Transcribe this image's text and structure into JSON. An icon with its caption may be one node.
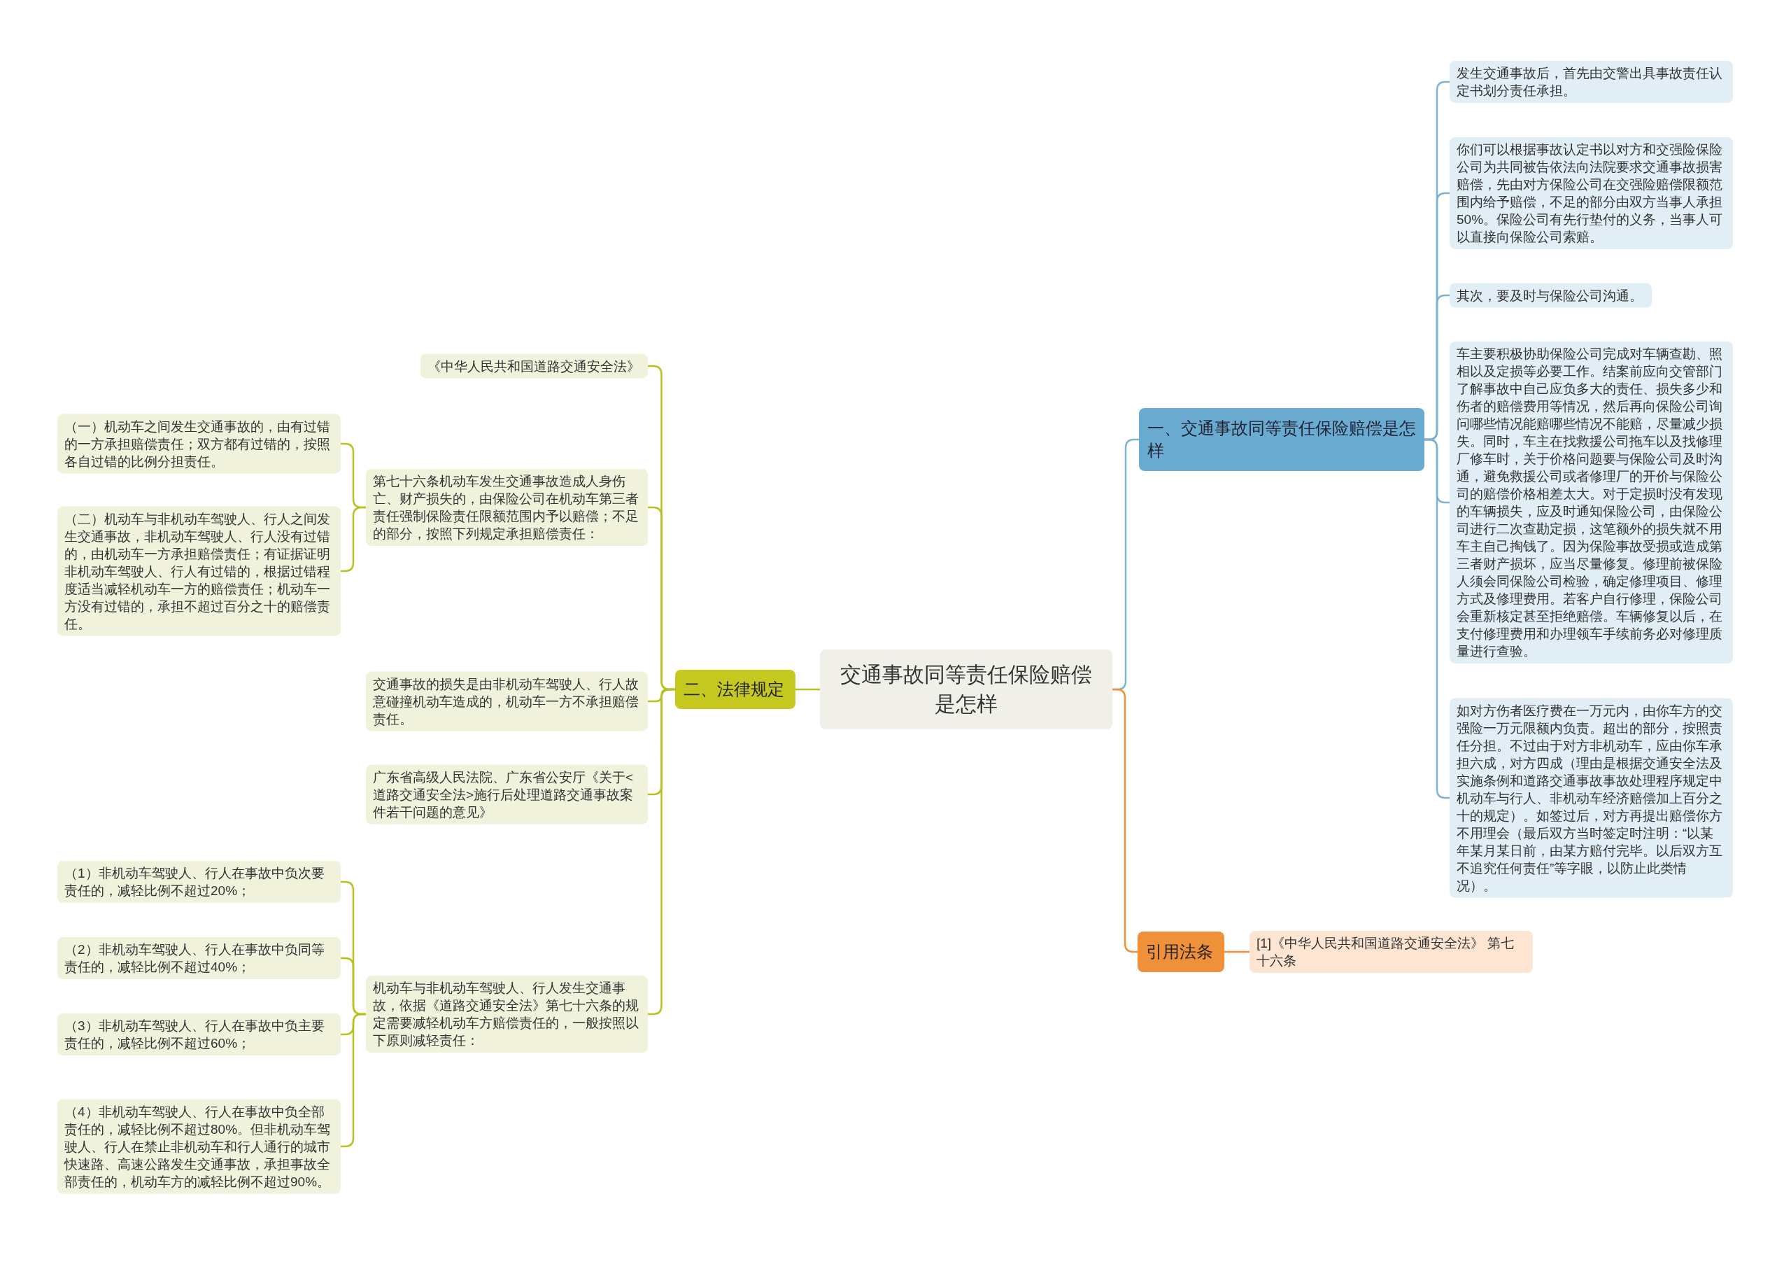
{
  "diagram": {
    "nodes": [
      {
        "text": [
          "交通事故同等责任保险赔偿是怎样"
        ]
      },
      {
        "text": [
          "一、交通事故同等责任保险赔偿是怎样"
        ]
      },
      {
        "text": [
          "发生交通事故后，首先由交警出具事故责任认定书划分责任承担。"
        ]
      },
      {
        "text": [
          "你们可以根据事故认定书以对方和交强险保险公司为共同被告依法向法院要求交通事故损害赔偿，先由对方保险公司在交强险赔偿限额范围内给予赔偿，不足的部分由双方当事人承担50%。保险公司有先行垫付的义务，当事人可以直接向保险公司索赔。"
        ]
      },
      {
        "text": [
          "其次，要及时与保险公司沟通。"
        ]
      },
      {
        "text": [
          "车主要积极协助保险公司完成对车辆查勘、照相以及定损等必要工作。结案前应向交管部门了解事故中自己应负多大的责任、损失多少和伤者的赔偿费用等情况，然后再向保险公司询问哪些情况能赔哪些情况不能赔，尽量减少损失。同时，车主在找救援公司拖车以及找修理厂修车时，关于价格问题要与保险公司及时沟通，避免救援公司或者修理厂的开价与保险公司的赔偿价格相差太大。对于定损时没有发现的车辆损失，应及时通知保险公司，由保险公司进行二次查勘定损，这笔额外的损失就不用车主自己掏钱了。因为保险事故受损或造成第三者财产损坏，应当尽量修复。修理前被保险人须会同保险公司检验，确定修理项目、修理方式及修理费用。若客户自行修理，保险公司会重新核定甚至拒绝赔偿。车辆修复以后，在支付修理费用和办理领车手续前务必对修理质量进行查验。"
        ]
      },
      {
        "text": [
          "如对方伤者医疗费在一万元内，由你车方的交强险一万元限额内负责。超出的部分，按照责任分担。不过由于对方非机动车，应由你车承担六成，对方四成（理由是根据交通安全法及实施条例和道路交通事故事故处理程序规定中机动车与行人、非机动车经济赔偿加上百分之十的规定）。如签过后，对方再提出赔偿你方不用理会（最后双方当时签定时注明：“以某年某月某日前，由某方赔付完毕。以后双方互不追究任何责任”等字眼，以防止此类情况）。"
        ]
      },
      {
        "text": [
          "引用法条"
        ]
      },
      {
        "text": [
          "[1]《中华人民共和国道路交通安全法》 第七十六条"
        ]
      },
      {
        "text": [
          "二、法律规定"
        ]
      },
      {
        "text": [
          "《中华人民共和国道路交通安全法》"
        ]
      },
      {
        "text": [
          "第七十六条机动车发生交通事故造成人身伤亡、财产损失的，由保险公司在机动车第三者责任强制保险责任限额范围内予以赔偿；不足的部分，按照下列规定承担赔偿责任："
        ]
      },
      {
        "text": [
          "（一）机动车之间发生交通事故的，由有过错的一方承担赔偿责任；双方都有过错的，按照各自过错的比例分担责任。"
        ]
      },
      {
        "text": [
          "（二）机动车与非机动车驾驶人、行人之间发生交通事故，非机动车驾驶人、行人没有过错的，由机动车一方承担赔偿责任；有证据证明非机动车驾驶人、行人有过错的，根据过错程度适当减轻机动车一方的赔偿责任；机动车一方没有过错的，承担不超过百分之十的赔偿责任。"
        ]
      },
      {
        "text": [
          "交通事故的损失是由非机动车驾驶人、行人故意碰撞机动车造成的，机动车一方不承担赔偿责任。"
        ]
      },
      {
        "text": [
          "广东省高级人民法院、广东省公安厅《关于<道路交通安全法>施行后处理道路交通事故案件若干问题的意见》"
        ]
      },
      {
        "text": [
          "机动车与非机动车驾驶人、行人发生交通事故，依据《道路交通安全法》第七十六条的规定需要减轻机动车方赔偿责任的，一般按照以下原则减轻责任："
        ]
      },
      {
        "text": [
          "（1）非机动车驾驶人、行人在事故中负次要责任的，减轻比例不超过20%；"
        ]
      },
      {
        "text": [
          "（2）非机动车驾驶人、行人在事故中负同等责任的，减轻比例不超过40%；"
        ]
      },
      {
        "text": [
          "（3）非机动车驾驶人、行人在事故中负主要责任的，减轻比例不超过60%；"
        ]
      },
      {
        "text": [
          "（4）非机动车驾驶人、行人在事故中负全部责任的，减轻比例不超过80%。但非机动车驾驶人、行人在禁止非机动车和行人通行的城市快速路、高速公路发生交通事故，承担事故全部责任的，机动车方的减轻比例不超过90%。"
        ]
      }
    ],
    "edges": [
      {
        "from": 0,
        "to": 1,
        "arrow": "none",
        "color": "#7fb3d0"
      },
      {
        "from": 1,
        "to": 2,
        "arrow": "none",
        "color": "#7fb3d0"
      },
      {
        "from": 1,
        "to": 3,
        "arrow": "none",
        "color": "#7fb3d0"
      },
      {
        "from": 1,
        "to": 4,
        "arrow": "none",
        "color": "#7fb3d0"
      },
      {
        "from": 1,
        "to": 5,
        "arrow": "none",
        "color": "#7fb3d0"
      },
      {
        "from": 1,
        "to": 6,
        "arrow": "none",
        "color": "#7fb3d0"
      },
      {
        "from": 0,
        "to": 7,
        "arrow": "none",
        "color": "#f0913a"
      },
      {
        "from": 7,
        "to": 8,
        "arrow": "none",
        "color": "#f0913a"
      },
      {
        "from": 0,
        "to": 9,
        "arrow": "none"
      },
      {
        "from": 9,
        "to": 10,
        "arrow": "none"
      },
      {
        "from": 9,
        "to": 11,
        "arrow": "none"
      },
      {
        "from": 11,
        "to": 12,
        "arrow": "none"
      },
      {
        "from": 11,
        "to": 13,
        "arrow": "none"
      },
      {
        "from": 9,
        "to": 14,
        "arrow": "none"
      },
      {
        "from": 9,
        "to": 15,
        "arrow": "none"
      },
      {
        "from": 9,
        "to": 16,
        "arrow": "none"
      },
      {
        "from": 16,
        "to": 17,
        "arrow": "none"
      },
      {
        "from": 16,
        "to": 18,
        "arrow": "none"
      },
      {
        "from": 16,
        "to": 19,
        "arrow": "none"
      },
      {
        "from": 16,
        "to": 20,
        "arrow": "none"
      }
    ]
  }
}
